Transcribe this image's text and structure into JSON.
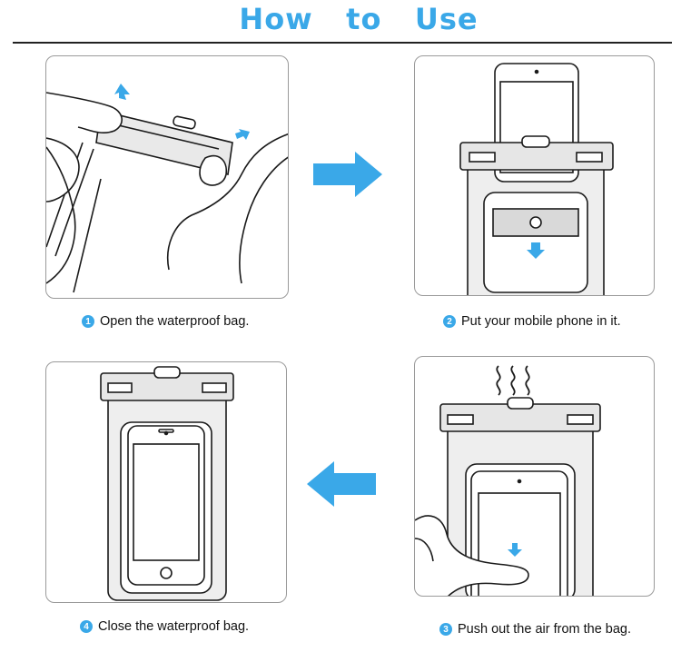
{
  "title": "How   to   Use",
  "colors": {
    "accent": "#3aa8e8",
    "line": "#1a1a1a",
    "bag": "#e9e9e9"
  },
  "steps": [
    {
      "num": "1",
      "text": "Open the waterproof bag."
    },
    {
      "num": "2",
      "text": "Put your mobile phone in it."
    },
    {
      "num": "3",
      "text": "Push out the air from the bag."
    },
    {
      "num": "4",
      "text": "Close the waterproof bag."
    }
  ],
  "icons": [
    "right-arrow-icon",
    "left-arrow-icon",
    "down-arrow-icon",
    "up-arrow-icon",
    "air-wave-icon"
  ]
}
